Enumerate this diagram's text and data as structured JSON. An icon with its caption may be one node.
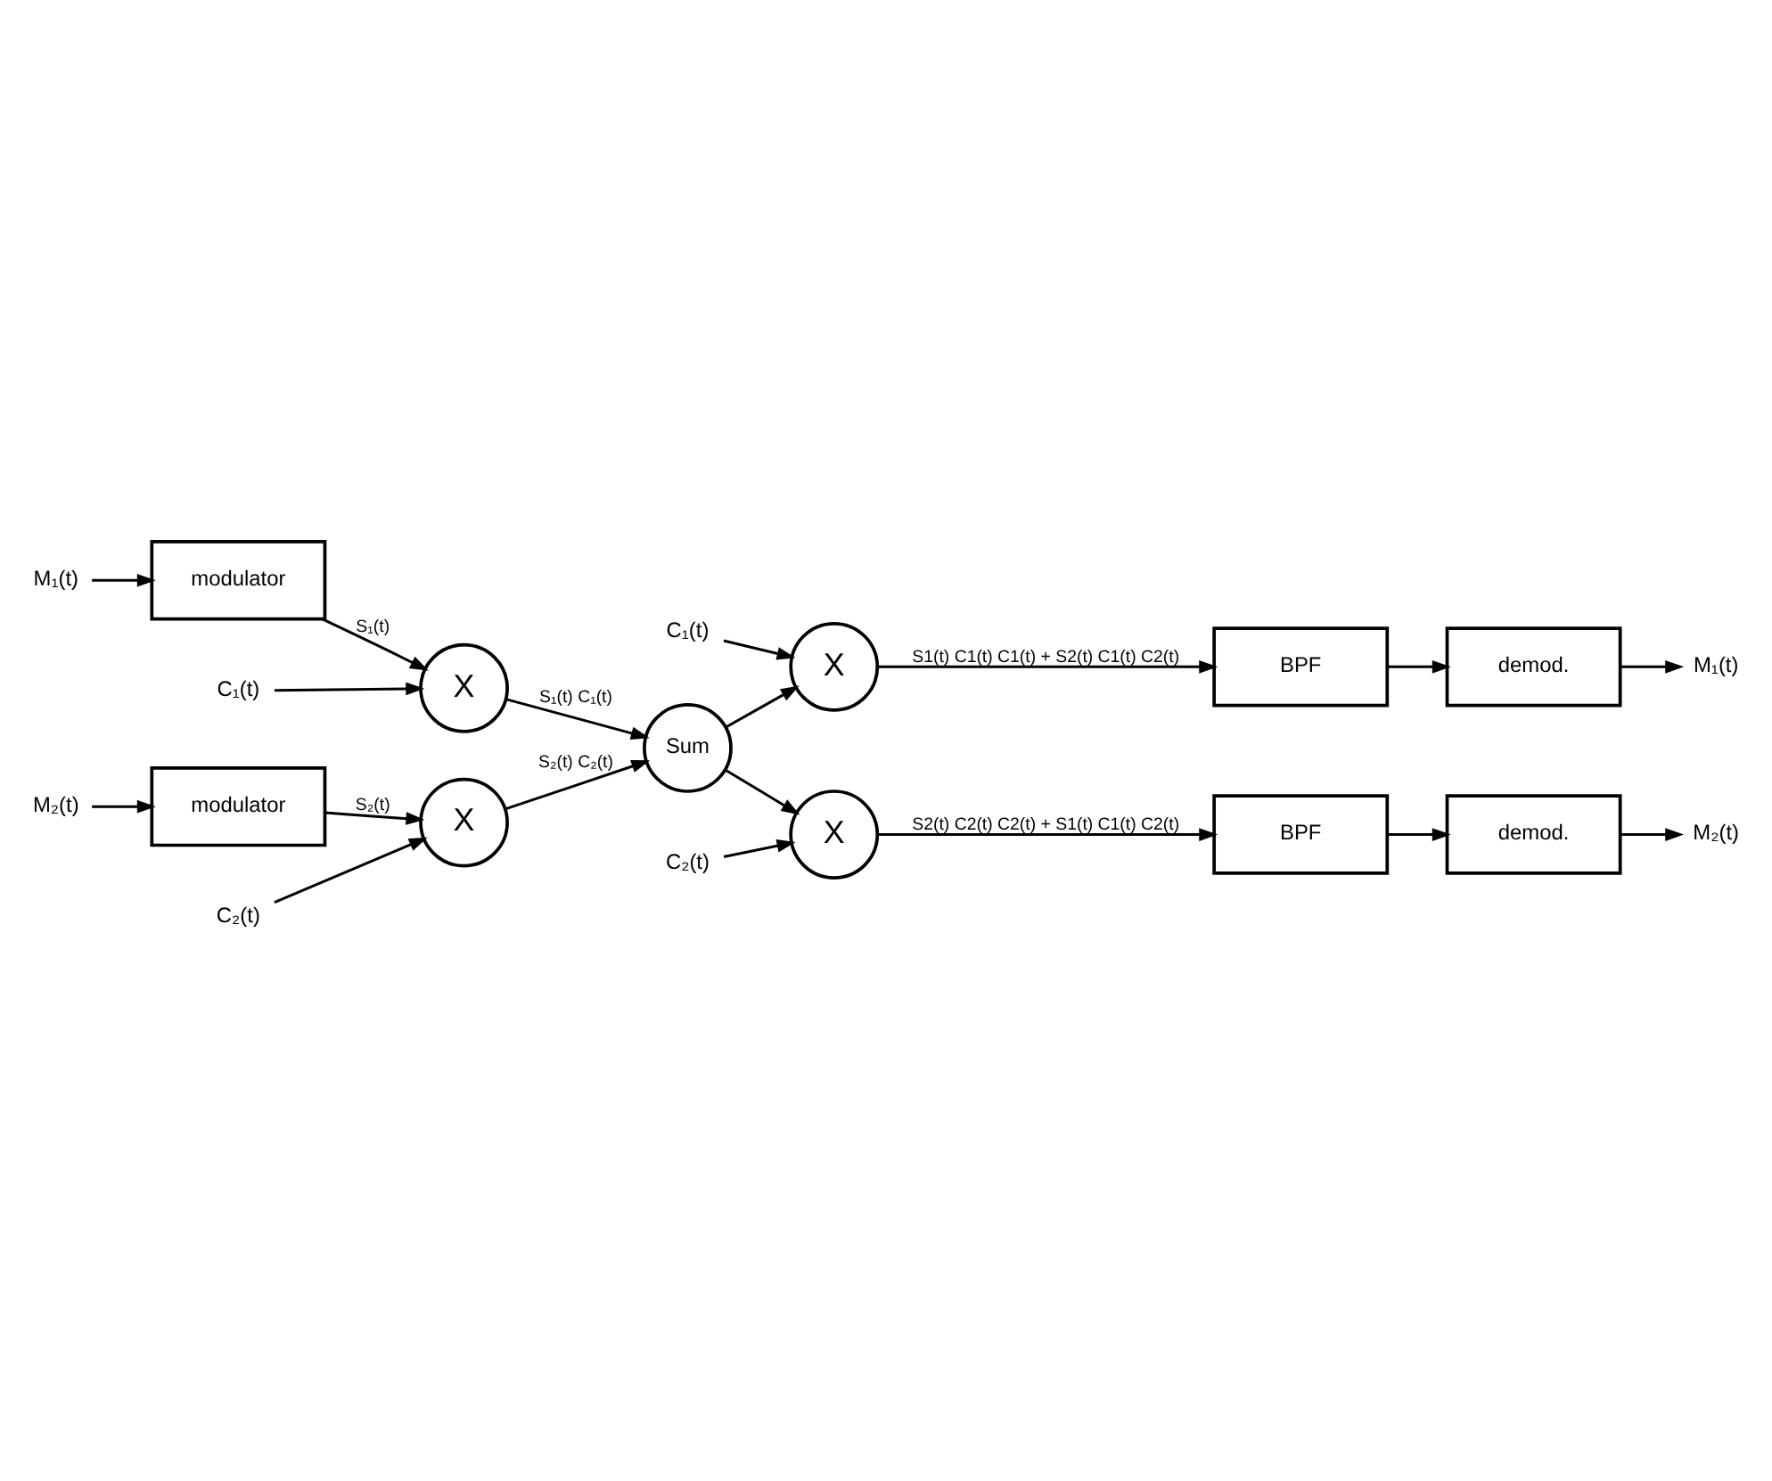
{
  "diagram": {
    "nodes": [
      {
        "text": [
          "M₁(t)"
        ]
      },
      {
        "text": [
          "modulator"
        ]
      },
      {
        "text": [
          "X"
        ]
      },
      {
        "text": [
          "C₁(t)"
        ]
      },
      {
        "text": [
          "Sum"
        ]
      },
      {
        "text": [
          "C₂(t)"
        ]
      },
      {
        "text": [
          "M₂(t)"
        ]
      },
      {
        "text": [
          "modulator"
        ]
      },
      {
        "text": [
          "X"
        ]
      },
      {
        "text": [
          "X"
        ]
      },
      {
        "text": [
          "C₁(t)"
        ]
      },
      {
        "text": [
          "BPF"
        ]
      },
      {
        "text": [
          "demod."
        ]
      },
      {
        "text": [
          "M₁(t)"
        ]
      },
      {
        "text": [
          "C₂(t)"
        ]
      },
      {
        "text": [
          "X"
        ]
      },
      {
        "text": [
          "BPF"
        ]
      },
      {
        "text": [
          "demod."
        ]
      },
      {
        "text": [
          "M₂(t)"
        ]
      }
    ],
    "edges": [
      {
        "from": 0,
        "to": 1,
        "arrow": "to"
      },
      {
        "from": 1,
        "to": 2,
        "arrow": "to",
        "label": "S₁(t)"
      },
      {
        "from": 3,
        "to": 2,
        "arrow": "to"
      },
      {
        "from": 2,
        "to": 4,
        "arrow": "to",
        "label": "S₁(t) C₁(t)"
      },
      {
        "from": 6,
        "to": 7,
        "arrow": "to"
      },
      {
        "from": 7,
        "to": 8,
        "arrow": "to",
        "label": "S₂(t)"
      },
      {
        "from": 5,
        "to": 8,
        "arrow": "to"
      },
      {
        "from": 8,
        "to": 4,
        "arrow": "to",
        "label": "S₂(t) C₂(t)"
      },
      {
        "from": 4,
        "to": 9,
        "arrow": "to"
      },
      {
        "from": 4,
        "to": 15,
        "arrow": "to"
      },
      {
        "from": 10,
        "to": 9,
        "arrow": "to"
      },
      {
        "from": 9,
        "to": 11,
        "arrow": "to",
        "label": "S1(t) C1(t) C1(t) + S2(t) C1(t) C2(t)"
      },
      {
        "from": 11,
        "to": 12,
        "arrow": "to"
      },
      {
        "from": 12,
        "to": 13,
        "arrow": "to"
      },
      {
        "from": 14,
        "to": 15,
        "arrow": "to"
      },
      {
        "from": 15,
        "to": 16,
        "arrow": "to",
        "label": "S2(t) C2(t) C2(t) + S1(t) C1(t) C2(t)"
      },
      {
        "from": 16,
        "to": 17,
        "arrow": "to"
      },
      {
        "from": 17,
        "to": 18,
        "arrow": "to"
      }
    ]
  }
}
